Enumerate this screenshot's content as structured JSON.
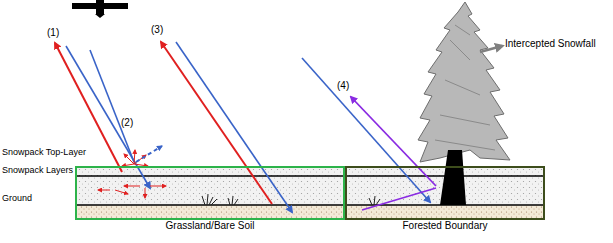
{
  "diagram": {
    "nodes": [
      {
        "text": [
          "Grassland/Bare Soil"
        ]
      },
      {
        "text": [
          "Forested Boundary"
        ]
      }
    ],
    "labels": [
      "(1)",
      "(2)",
      "(3)",
      "(4)",
      "Intercepted Snowfall",
      "Snowpack Top-Layer",
      "Snowpack Layers",
      "Ground"
    ]
  }
}
